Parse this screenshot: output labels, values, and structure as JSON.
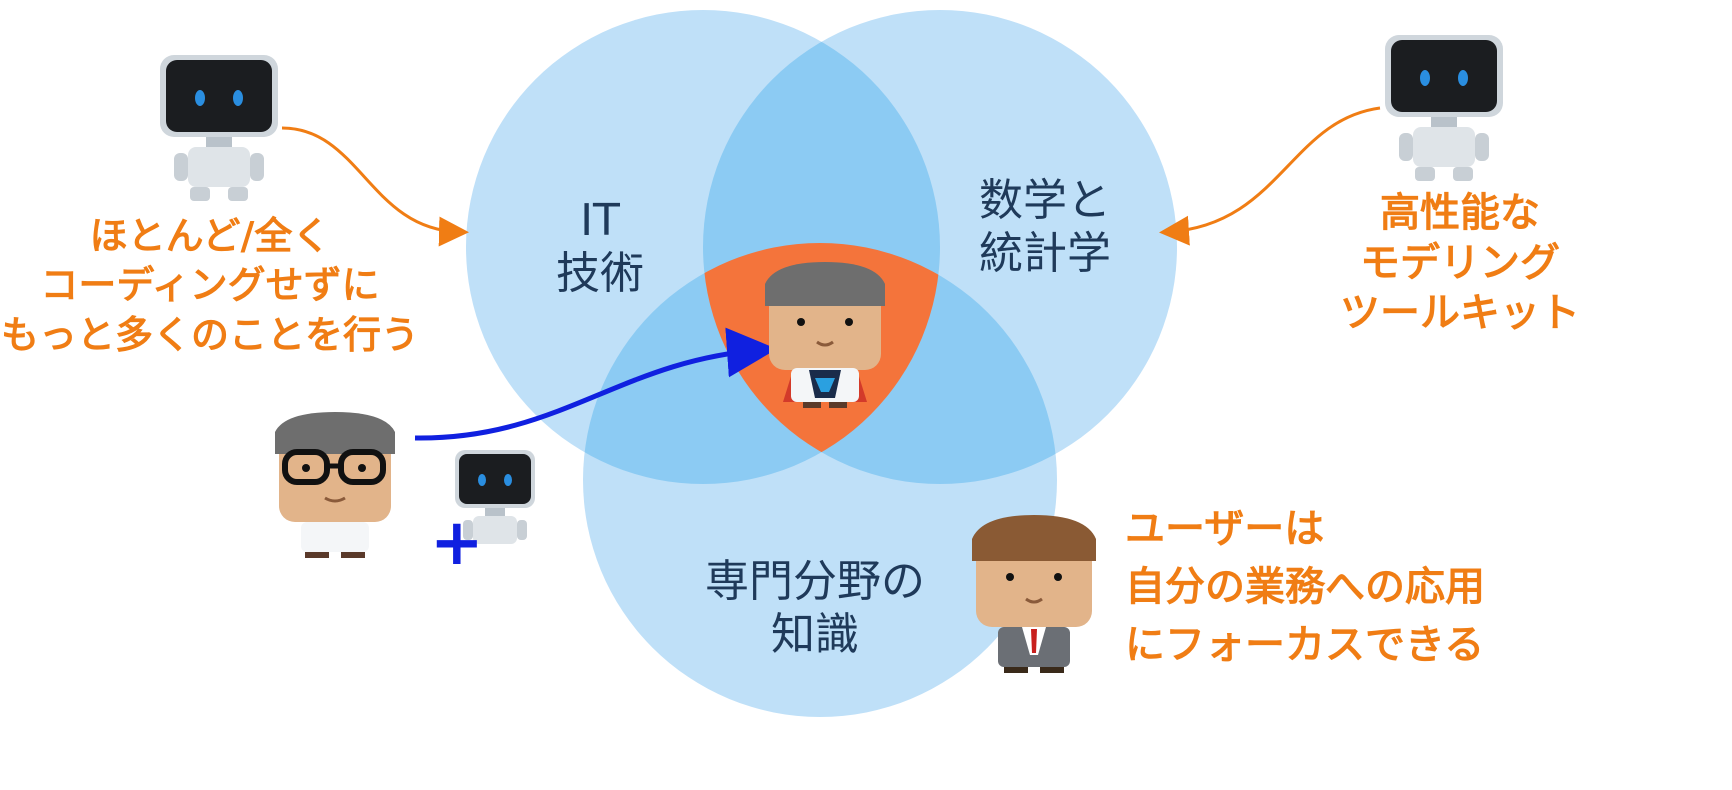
{
  "colors": {
    "circle": "#bfe0f8",
    "intersection": "#8ccbf3",
    "center": "#f4743b",
    "orange_text": "#f07d14",
    "arrow_orange": "#f07d14",
    "arrow_blue": "#1020e0",
    "circle_text": "#1f3a5a"
  },
  "circles": {
    "it": {
      "lines": [
        "IT",
        "技術"
      ]
    },
    "math": {
      "lines": [
        "数学と",
        "統計学"
      ]
    },
    "domain": {
      "lines": [
        "専門分野の",
        "知識"
      ]
    }
  },
  "left_callout": {
    "lines": [
      "ほとんど/全く",
      "コーディングせずに",
      "もっと多くのことを行う"
    ]
  },
  "right_callout": {
    "lines": [
      "高性能な",
      "モデリング",
      "ツールキット"
    ]
  },
  "bottom_callout": {
    "lines": [
      "ユーザーは",
      "自分の業務への応用",
      "にフォーカスできる"
    ]
  },
  "plus_symbol": "+",
  "icons": [
    "robot-icon-top-left",
    "robot-icon-top-right",
    "scientist-with-glasses-icon",
    "robot-icon-small",
    "superhero-scientist-icon",
    "businessman-icon"
  ]
}
